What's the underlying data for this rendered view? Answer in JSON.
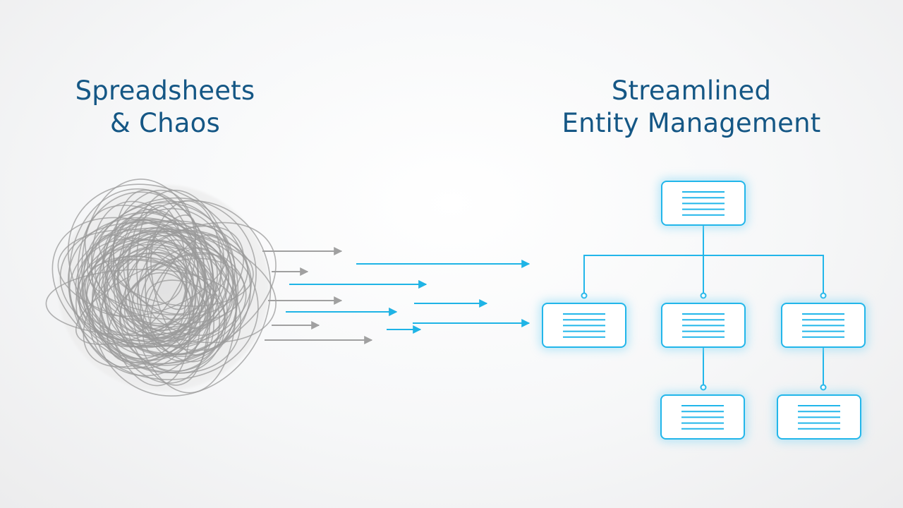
{
  "left_heading": {
    "line1": "Spreadsheets",
    "line2": "& Chaos"
  },
  "right_heading": {
    "line1": "Streamlined",
    "line2": "Entity Management"
  },
  "colors": {
    "heading": "#155785",
    "chaos_tangle": "#9a9a9a",
    "chaos_arrows": "#9e9e9e",
    "flow_arrows": "#1fb4e6",
    "tree_nodes": "#22b6ea"
  },
  "icons": {
    "tangle": "tangled-string-ball-icon",
    "node": "document-lines-icon"
  },
  "tree": {
    "levels": 3,
    "root_children": 3,
    "leaf_parents": [
      "middle",
      "right"
    ]
  }
}
